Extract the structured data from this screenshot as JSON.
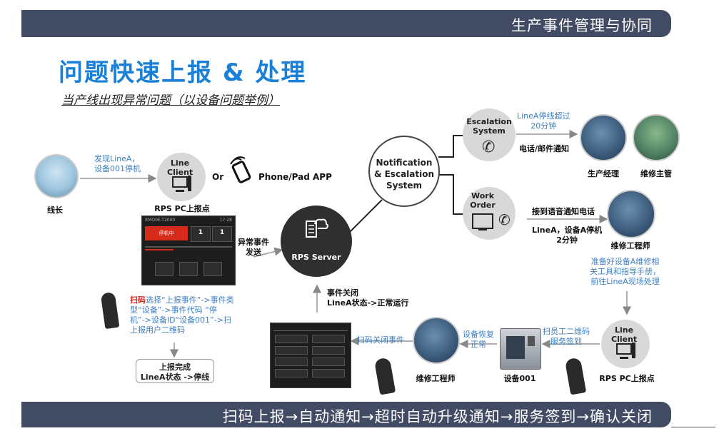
{
  "header": {
    "banner_title": "生产事件管理与协同"
  },
  "title": {
    "main": "问题快速上报 & 处理",
    "sub": "当产线出现异常问题（以设备问题举例）"
  },
  "nodes": {
    "line_lead": {
      "caption": "线长"
    },
    "report_msg": {
      "line1": "发现LineA，",
      "line2": "设备001停机"
    },
    "line_client_top": {
      "label1": "Line",
      "label2": "Client",
      "caption": "RPS PC上报点"
    },
    "or": "Or",
    "app": {
      "label": "Phone/Pad APP"
    },
    "anomaly": {
      "line1": "异常事件",
      "line2": "发送"
    },
    "rps_server": {
      "label": "RPS Server"
    },
    "notification": {
      "line1": "Notification",
      "line2": "& Escalation",
      "line3": "System"
    },
    "escalation": {
      "line1": "Escalation",
      "line2": "System"
    },
    "escalation_msg": {
      "line1": "LineA停线超过",
      "line2": "20分钟"
    },
    "escalation_notify": "电话/邮件通知",
    "prod_manager": {
      "caption": "生产经理"
    },
    "maint_supervisor": {
      "caption": "维修主管"
    },
    "work_order": {
      "line1": "Work",
      "line2": "Order"
    },
    "voice_notify": "接到语音通知电话",
    "voice_msg": {
      "line1": "LineA，设备A停机",
      "line2": "2分钟"
    },
    "engineer_top": {
      "caption": "维修工程师"
    },
    "prep_msg": {
      "line1": "准备好设备A维修相",
      "line2": "关工具和指导手册，",
      "line3": "前往LineA现场处理"
    },
    "line_client_bottom": {
      "label1": "Line",
      "label2": "Client",
      "caption": "RPS PC上报点"
    },
    "sign_in": {
      "line1": "扫员工二维码",
      "line2": "服务签到"
    },
    "device": {
      "caption": "设备001"
    },
    "recover": {
      "line1": "设备恢复",
      "line2": "正常"
    },
    "engineer_bottom": {
      "caption": "维修工程师"
    },
    "scan_close": "扫码关闭事件",
    "event_closed": {
      "line1": "事件关闭",
      "line2": "LineA状态->正常运行"
    },
    "scan_instructions": {
      "highlight": "扫码",
      "line1": "选择“上报事件”->事件类",
      "line2": "型“设备”->事件代码 “停",
      "line3": "机”->设备ID“设备001”->扫",
      "line4": "上报用户二维码"
    },
    "report_done": {
      "line1": "上报完成",
      "line2": "LineA状态 ->停线"
    }
  },
  "screen_top": {
    "header_left": "RMO0E-T2000",
    "header_right": "17:28",
    "status": "停机中",
    "count1": "1",
    "count2": "1"
  },
  "footer": {
    "banner_text": "扫码上报→自动通知→超时自动升级通知→服务签到→确认关闭"
  },
  "colors": {
    "banner": "#414b63",
    "accent_blue": "#1a7fd6",
    "text_blue": "#3c7fc7",
    "alert_red": "#d62a1a"
  }
}
